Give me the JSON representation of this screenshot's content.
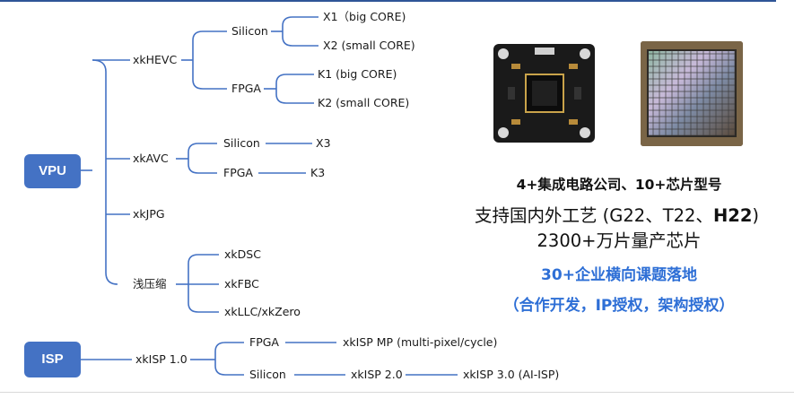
{
  "colors": {
    "accent": "#4472c4",
    "highlight": "#2e6fd6",
    "line": "#4472c4"
  },
  "vpu": {
    "label": "VPU",
    "branches": [
      {
        "label": "xkHEVC",
        "children": [
          {
            "label": "Silicon",
            "children": [
              "X1（big CORE)",
              "X2 (small CORE)"
            ]
          },
          {
            "label": "FPGA",
            "children": [
              "K1 (big CORE)",
              "K2 (small CORE)"
            ]
          }
        ]
      },
      {
        "label": "xkAVC",
        "children": [
          {
            "label": "Silicon",
            "children": [
              "X3"
            ]
          },
          {
            "label": "FPGA",
            "children": [
              "K3"
            ]
          }
        ]
      },
      {
        "label": "xkJPG",
        "children": []
      },
      {
        "label": "浅压缩",
        "children": [
          {
            "label": "xkDSC"
          },
          {
            "label": "xkFBC"
          },
          {
            "label": "xkLLC/xkZero"
          }
        ]
      }
    ]
  },
  "isp": {
    "label": "ISP",
    "version": "xkISP 1.0",
    "fpga": {
      "label": "FPGA",
      "next": "xkISP MP (multi-pixel/cycle)"
    },
    "silicon": {
      "label": "Silicon",
      "next": "xkISP 2.0",
      "next2": "xkISP 3.0 (AI-ISP)"
    }
  },
  "images": {
    "board": "camera-module-board-photo",
    "wafer": "silicon-wafer-photo"
  },
  "text": {
    "line1": "4+集成电路公司、10+芯片型号",
    "line2_prefix": "支持国内外工艺 (G22、T22、",
    "line2_bold": "H22",
    "line2_suffix": ")",
    "line3": "2300+万片量产芯片",
    "line4": "30+企业横向课题落地",
    "line5": "（合作开发，IP授权，架构授权）"
  }
}
